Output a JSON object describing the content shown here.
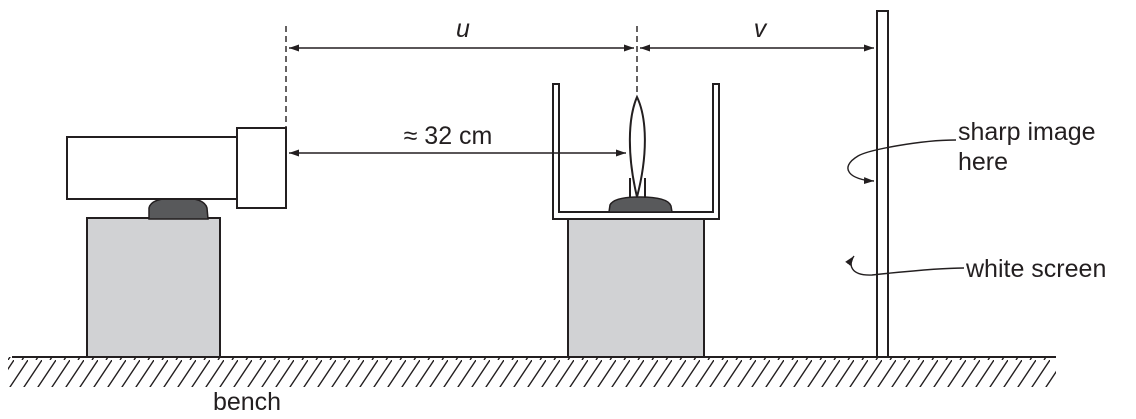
{
  "labels": {
    "u": "u",
    "v": "v",
    "distance": "≈ 32 cm",
    "sharp_image_line1": "sharp image",
    "sharp_image_line2": "here",
    "white_screen": "white screen",
    "bench": "bench"
  },
  "colors": {
    "ink": "#231f20",
    "support_block": "#d1d2d4",
    "clay": "#58595b",
    "background": "#ffffff"
  }
}
